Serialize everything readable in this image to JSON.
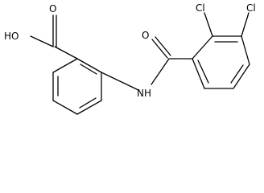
{
  "molecule": {
    "labels": {
      "hydroxyl": "HO",
      "acid_oxygen": "O",
      "amide_nitrogen": "NH",
      "amide_oxygen": "O",
      "chlorine_2": "Cl",
      "chlorine_3": "Cl"
    }
  },
  "colors": {
    "bond": "#000000",
    "text": "#000000",
    "background": "#ffffff"
  }
}
